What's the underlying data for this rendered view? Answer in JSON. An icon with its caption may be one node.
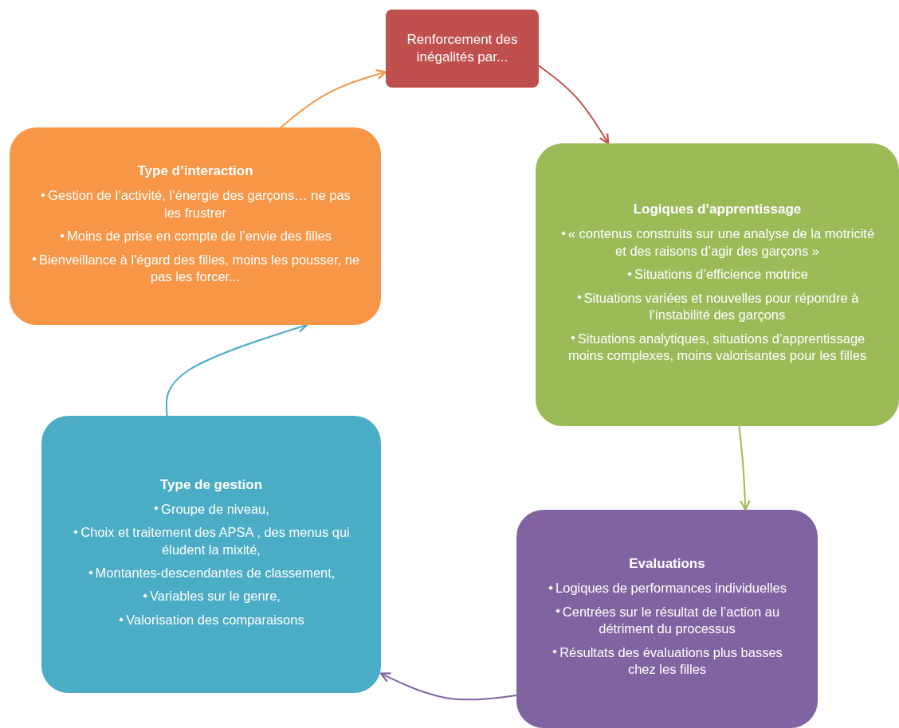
{
  "diagram": {
    "nodes": [
      {
        "text": [
          "Renforcement des inégalités par..."
        ]
      },
      {
        "text": [
          "Type d’interaction",
          "Gestion de l’activité, l’énergie des garçons… ne pas les frustrer",
          "Moins de prise en compte de l’envie des filles",
          "Bienveillance à l'égard des filles, moins les pousser, ne pas les forcer..."
        ]
      },
      {
        "text": [
          "Logiques d’apprentissage",
          "« contenus construits sur une analyse de la motricité et des raisons d’agir des garçons »",
          "Situations d’efficience motrice",
          "Situations variées et nouvelles pour répondre à l’instabilité des garçons",
          "Situations analytiques, situations d’apprentissage moins complexes, moins valorisantes pour les filles"
        ]
      },
      {
        "text": [
          "Type de gestion",
          "Groupe de niveau,",
          "Choix et traitement des APSA , des menus qui éludent la mixité,",
          "Montantes-descendantes de classement,",
          "Variables sur le genre,",
          "Valorisation des comparaisons"
        ]
      },
      {
        "text": [
          "Evaluations",
          "Logiques de performances individuelles",
          "Centrées sur le résultat de l’action au détriment du processus",
          "Résultats des évaluations plus basses chez les filles"
        ]
      }
    ],
    "edges": [
      {
        "from": 0,
        "to": 2,
        "arrow": "to",
        "color": "#c0504d"
      },
      {
        "from": 2,
        "to": 4,
        "arrow": "to",
        "color": "#9bbb59"
      },
      {
        "from": 4,
        "to": 3,
        "arrow": "to",
        "color": "#8064a2"
      },
      {
        "from": 3,
        "to": 1,
        "arrow": "to",
        "color": "#4bacc6"
      },
      {
        "from": 1,
        "to": 0,
        "arrow": "to",
        "color": "#f79646"
      }
    ]
  }
}
